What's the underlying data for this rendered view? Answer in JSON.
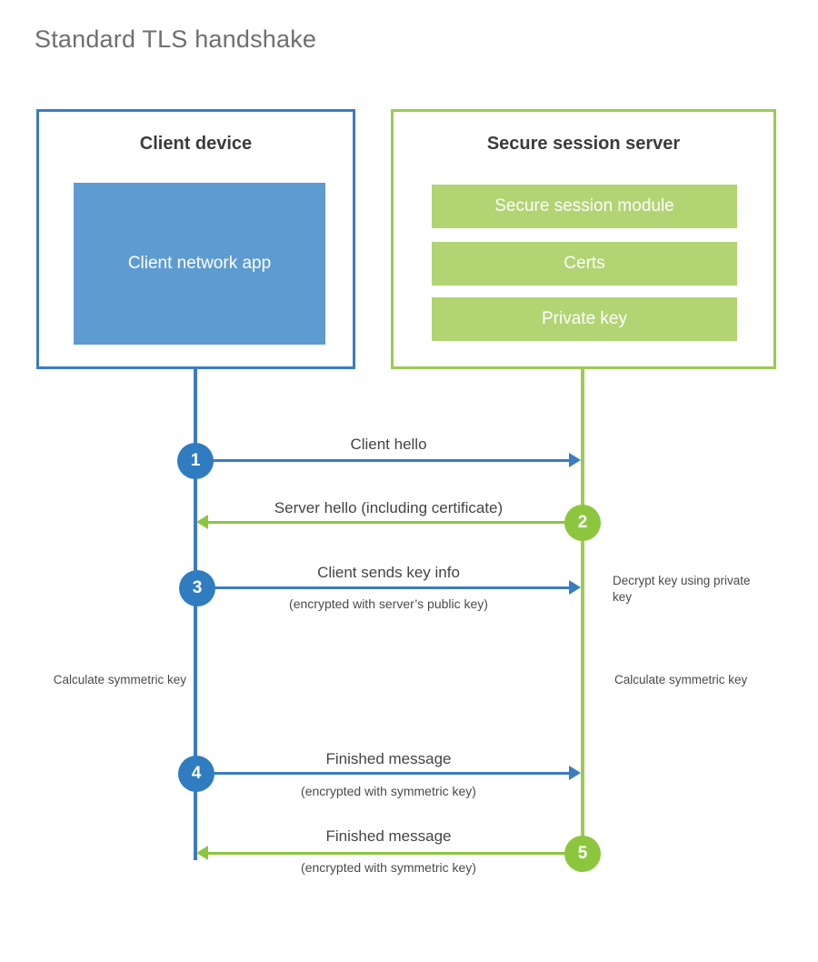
{
  "title": "Standard TLS handshake",
  "colors": {
    "blue_border": "#3b7cc0",
    "blue_fill": "#5e9bd1",
    "blue_circle": "#2f7cc0",
    "green_border": "#9ccb52",
    "green_fill": "#b2d473",
    "green_circle": "#8cc63f",
    "title_text": "#6f6f6f",
    "heading_text": "#3b3b3b",
    "label_text": "#444444",
    "background": "#ffffff"
  },
  "client_panel": {
    "title": "Client device",
    "app_block": "Client network app"
  },
  "server_panel": {
    "title": "Secure session server",
    "bars": [
      "Secure session module",
      "Certs",
      "Private key"
    ]
  },
  "steps": [
    {
      "number": "1",
      "label": "Client hello",
      "sublabel": "",
      "direction": "client-to-server",
      "color": "blue"
    },
    {
      "number": "2",
      "label": "Server hello (including certificate)",
      "sublabel": "",
      "direction": "server-to-client",
      "color": "green"
    },
    {
      "number": "3",
      "label": "Client sends key info",
      "sublabel": "(encrypted with server’s public key)",
      "direction": "client-to-server",
      "color": "blue"
    },
    {
      "number": "4",
      "label": "Finished message",
      "sublabel": "(encrypted with symmetric key)",
      "direction": "client-to-server",
      "color": "blue"
    },
    {
      "number": "5",
      "label": "Finished message",
      "sublabel": "(encrypted with symmetric key)",
      "direction": "server-to-client",
      "color": "green"
    }
  ],
  "notes": {
    "decrypt_key": "Decrypt key using private key",
    "client_calculate": "Calculate symmetric key",
    "server_calculate": "Calculate symmetric key"
  }
}
